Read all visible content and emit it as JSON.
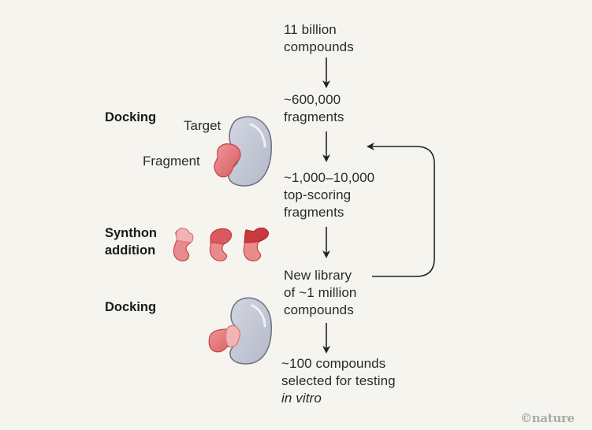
{
  "diagram": {
    "type": "flowchart",
    "steps": [
      {
        "line1": "11 billion",
        "line2": "compounds"
      },
      {
        "line1": "~600,000",
        "line2": "fragments"
      },
      {
        "line1": "~1,000–10,000",
        "line2": "top-scoring",
        "line3": "fragments"
      },
      {
        "line1": "New library",
        "line2": "of ~1 million",
        "line3": "compounds"
      },
      {
        "line1": "~100 compounds",
        "line2": "selected for testing",
        "line3": "in vitro"
      }
    ],
    "stages": [
      {
        "label": "Docking"
      },
      {
        "label_line1": "Synthon",
        "label_line2": "addition"
      },
      {
        "label": "Docking"
      }
    ],
    "annotations": {
      "target": "Target",
      "fragment": "Fragment"
    },
    "loop": {
      "from": "New library of ~1 million compounds",
      "to": "~1,000–10,000 top-scoring fragments"
    },
    "colors": {
      "background": "#f5f4ef",
      "target_protein": "#c5c9d6",
      "target_outline": "#6b6f80",
      "fragment_light": "#e98a8c",
      "fragment_mid": "#d9595e",
      "synthon_pale": "#f2b3b4",
      "synthon_dark": "#c9393d",
      "arrow": "#222222"
    },
    "credit": "©nature"
  }
}
